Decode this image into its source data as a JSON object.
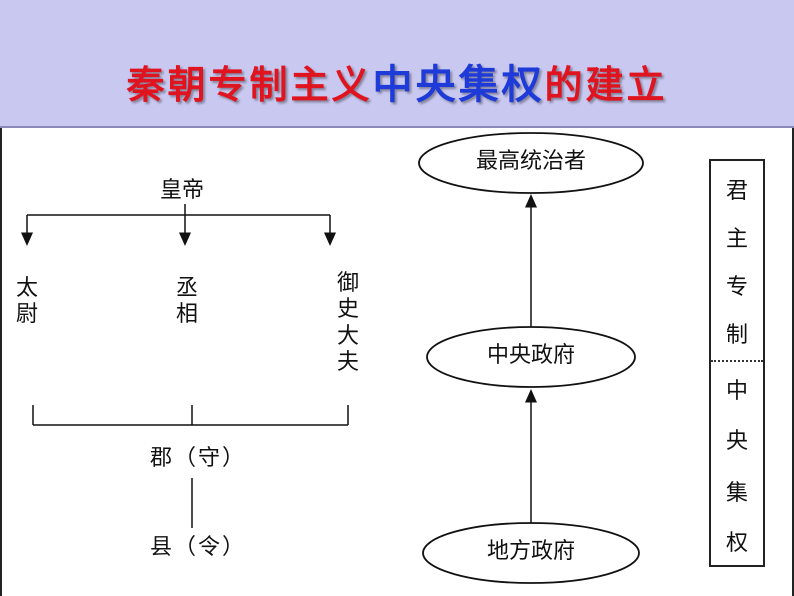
{
  "title": {
    "part1": "秦朝专制主义",
    "part2": "中央集权",
    "part3": "的建立"
  },
  "left_tree": {
    "emperor": "皇帝",
    "officials": [
      "太尉",
      "丞相",
      "御史大夫"
    ],
    "commandery": "郡（守）",
    "county": "县（令）"
  },
  "right_flow": {
    "top": "最高统治者",
    "middle": "中央政府",
    "bottom": "地方政府"
  },
  "side_label": {
    "upper": [
      "君",
      "主",
      "专",
      "制"
    ],
    "lower": [
      "中",
      "央",
      "集",
      "权"
    ]
  },
  "colors": {
    "header_bg": "#c8c8f0",
    "title_red": "#e0141e",
    "title_blue": "#1e3ad8"
  }
}
